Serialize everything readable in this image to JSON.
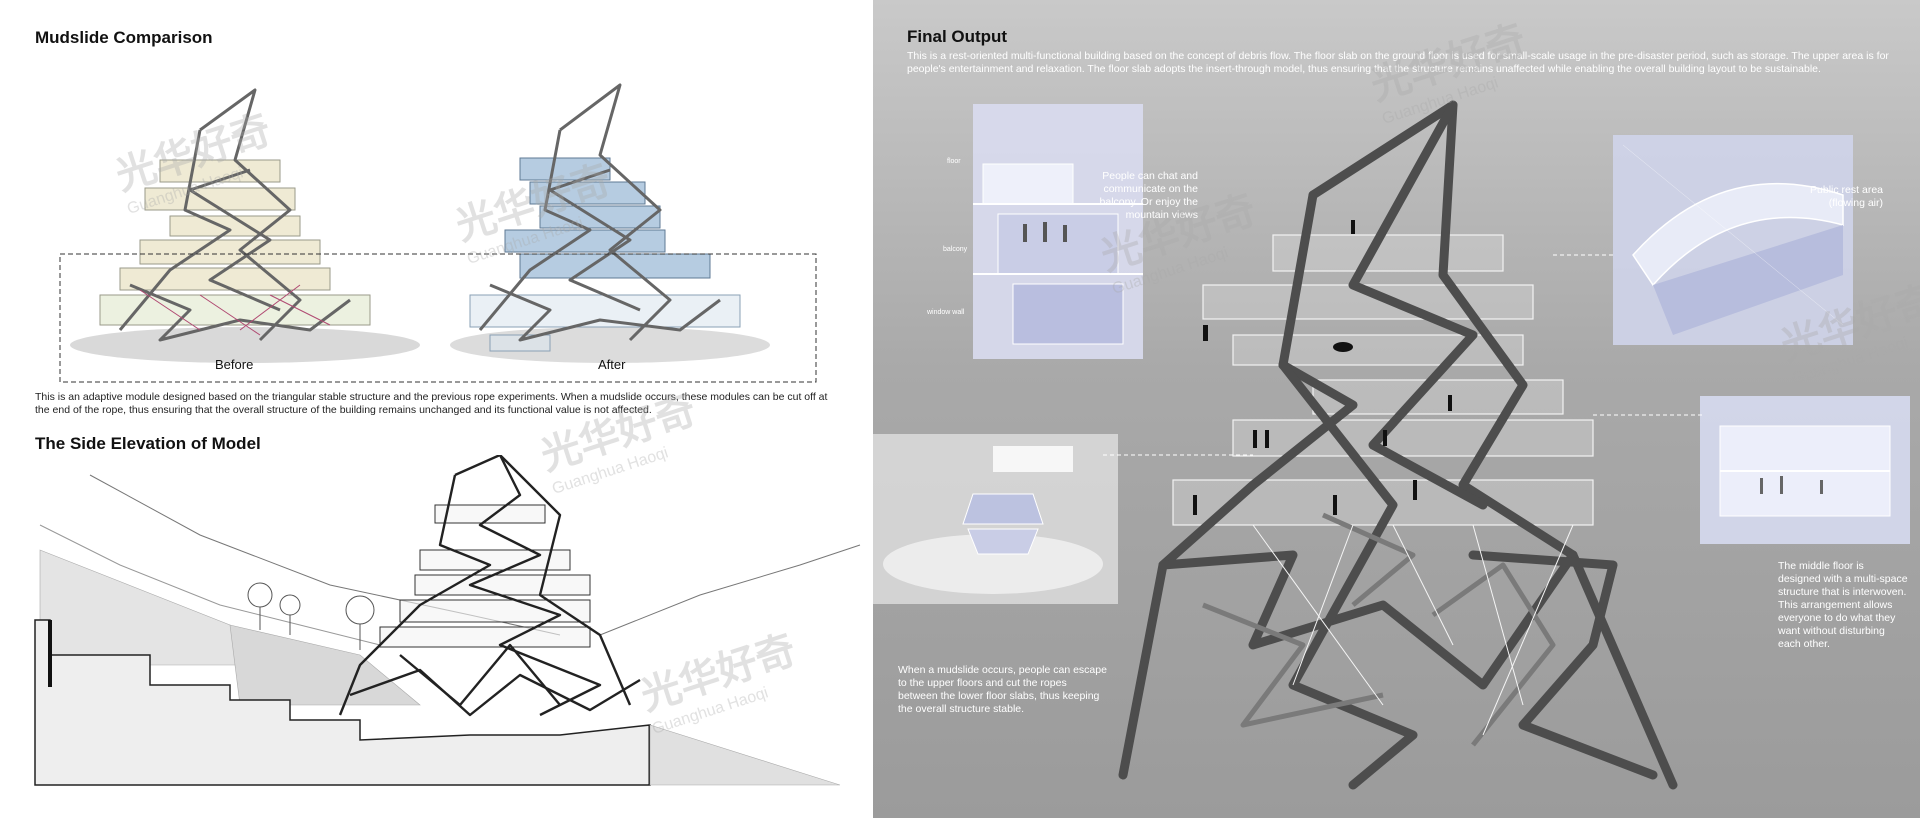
{
  "left": {
    "section1_title": "Mudslide Comparison",
    "label_before": "Before",
    "label_after": "After",
    "section1_text": "This is an adaptive module designed based on the triangular stable structure and the previous rope experiments. When a mudslide occurs, these modules can be cut off at the end of the rope, thus ensuring that the overall structure of the building remains unchanged and its functional value is not affected.",
    "section2_title": "The Side Elevation of Model"
  },
  "right": {
    "title": "Final Output",
    "intro": "This is a rest-oriented multi-functional building based on the concept of debris flow. The floor slab on the ground floor is used for small-scale usage in the pre-disaster period, such as storage. The upper area is for people's entertainment and relaxation. The floor slab adopts the insert-through model, thus ensuring that the structure remains unaffected while enabling the overall building layout to be sustainable.",
    "balcony_note": "People can chat and communicate on the balcony. Or enjoy the mountain views",
    "label_floor": "floor",
    "label_balcony": "balcony",
    "label_window_wall": "window wall",
    "rest_area": "Public rest area (flowing air)",
    "middle_floor_note": "The middle floor is designed with a multi-space structure that is interwoven. This arrangement allows everyone to do what they want without disturbing each other.",
    "mudslide_note": "When a mudslide occurs, people can escape to the upper floors and cut the ropes between the lower floor slabs, thus keeping the overall structure stable."
  },
  "watermark": {
    "cn": "光华好奇",
    "en": "Guanghua Haoqi"
  },
  "colors": {
    "right_bg_top": "#c9c9c9",
    "right_bg_bottom": "#9b9b9b",
    "before_tint": "#e9e3c6",
    "after_tint": "#a9c3dc"
  }
}
